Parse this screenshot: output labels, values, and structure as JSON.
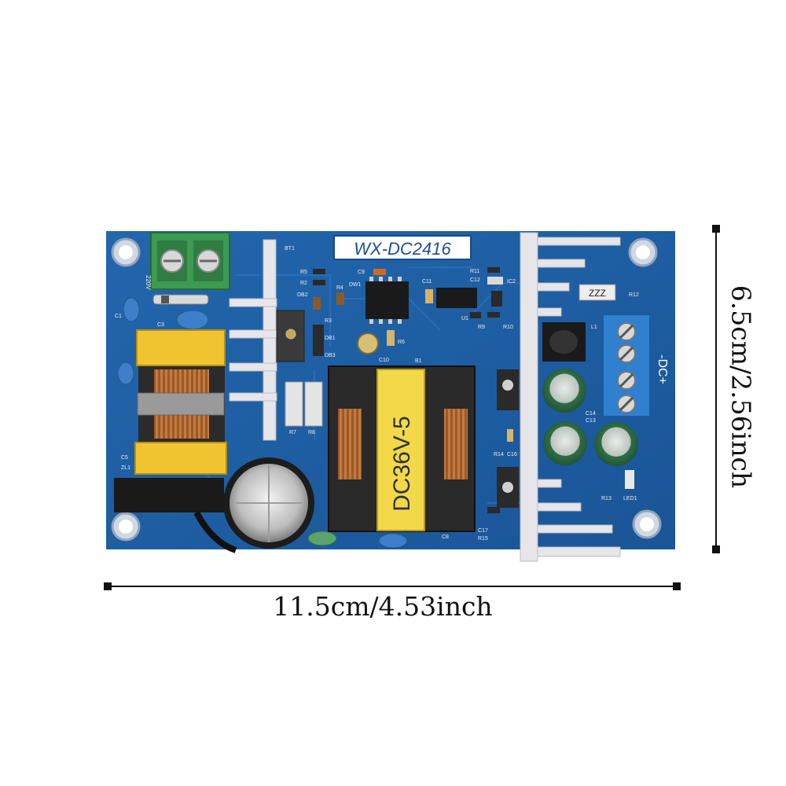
{
  "product": {
    "board_model": "WX-DC2416",
    "transformer_label": "DC36V-5",
    "output_label": "-DC+",
    "input_label": "220V",
    "resistor_label": "ZZZ"
  },
  "dimensions": {
    "width": "11.5cm/4.53inch",
    "height": "6.5cm/2.56inch"
  },
  "silkscreen": [
    "BT1",
    "R5",
    "R2",
    "DB2",
    "R4",
    "DW1",
    "C9",
    "C11",
    "R11",
    "C12",
    "IC2",
    "R3",
    "R9",
    "R10",
    "U1",
    "DB1",
    "R6",
    "C10",
    "B1",
    "DB3",
    "R7",
    "R8",
    "C5",
    "ZL1",
    "C3",
    "C1",
    "C8",
    "C17",
    "R15",
    "R14",
    "C16",
    "R13",
    "LED1",
    "R12",
    "L1",
    "C13",
    "C14"
  ],
  "colors": {
    "pcb": "#1f5fa6",
    "pcb_dark": "#174a86",
    "heatsink": "#e6e6ea",
    "terminal_green": "#3c9a52",
    "terminal_blue": "#2f80cf",
    "transformer_yellow": "#f3d94a",
    "filter_cap_yellow": "#f0c330",
    "electrolytic": "#2f6e47"
  }
}
